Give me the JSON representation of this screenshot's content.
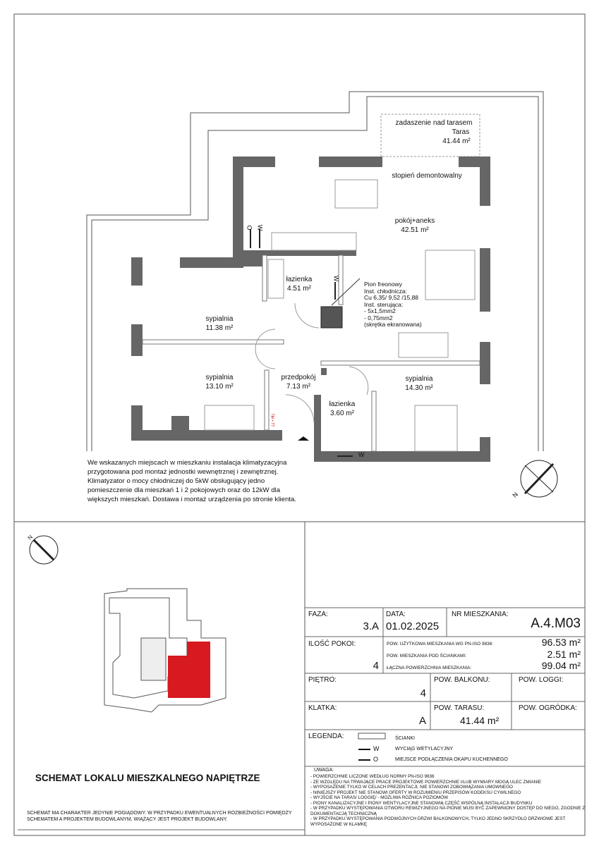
{
  "plan": {
    "terrace_roof": "zadaszenie nad tarasem",
    "terrace_name": "Taras",
    "terrace_area": "41.44 m²",
    "step": "stopień demontowalny",
    "rooms": [
      {
        "name": "pokój+aneks",
        "area": "42.51 m²"
      },
      {
        "name": "łazienka",
        "area": "4.51 m²"
      },
      {
        "name": "sypialnia",
        "area": "11.38 m²"
      },
      {
        "name": "sypialnia",
        "area": "13.10 m²"
      },
      {
        "name": "przedpokój",
        "area": "7.13 m²"
      },
      {
        "name": "łazienka",
        "area": "3.60 m²"
      },
      {
        "name": "sypialnia",
        "area": "14.30 m²"
      }
    ],
    "riser_note": [
      "Pion freonowy",
      "Inst. chłodnicza:",
      "Cu 6,35/ 9,52 /15,88",
      "Inst. sterująca:",
      "- 5x1,5mm2",
      "- 0,75mm2",
      "(skrętka ekranowana)"
    ],
    "marker_w": "W",
    "marker_o": "O",
    "tm_tt": "TM + TT",
    "compass_n": "N",
    "ac_note": "We wskazanych miejscach w mieszkaniu instalacja klimatyzacyjna przygotowana pod montaż jednostki wewnętrznej i zewnętrznej. Klimatyzator o mocy chłodniczej do 5kW obsługujący jedno pomieszczenie dla mieszkań 1 i 2 pokojowych oraz do 12kW dla większych mieszkań. Dostawa i montaż urządzenia po stronie klienta."
  },
  "title": "SCHEMAT LOKALU MIESZKALNEGO NAPIĘTRZE",
  "disclaimer": "SCHEMAT MA CHARAKTER JEDYNIE POGIĄDOWY. W PRZYPADKU EWENTUALNYCH ROZBIEŻNOŚCI POMIĘDZY SCHEMATEM A PROJEKTEM BUDOWLANYM, WIĄŻĄCY JEST PROJEKT BUDOWLANY.",
  "key_plan": {
    "highlight_color": "#d71920",
    "compass_n": "N"
  },
  "table": {
    "faza_label": "FAZA:",
    "faza": "3.A",
    "data_label": "DATA:",
    "data": "01.02.2025",
    "nr_label": "NR MIESZKANIA:",
    "nr": "A.4.M03",
    "pokoi_label": "ILOŚĆ POKOI:",
    "pokoi": "4",
    "pow_uzytkowa_label": "POW. UŻYTKOWA MIESZKANIA WG PN-ISO 9836:",
    "pow_uzytkowa": "96.53 m²",
    "pow_scianki_label": "POW. MIESZKANIA POD ŚCIANKAMI:",
    "pow_scianki": "2.51 m²",
    "pow_laczna_label": "ŁĄCZNA POWIERZCHNIA MIESZKANIA:",
    "pow_laczna": "99.04 m²",
    "pietro_label": "PIĘTRO:",
    "pietro": "4",
    "balkon_label": "POW. BALKONU:",
    "balkon": "",
    "loggia_label": "POW. LOGGI:",
    "loggia": "",
    "klatka_label": "KLATKA:",
    "klatka": "A",
    "taras_label": "POW. TARASU:",
    "taras": "41.44 m²",
    "ogrodek_label": "POW. OGRÓDKA:",
    "ogrodek": ""
  },
  "legend": {
    "title": "LEGENDA:",
    "items": [
      {
        "symbol": "",
        "label": "ŚCIANKI"
      },
      {
        "symbol": "W",
        "label": "WYCIĄG WETYLACYJNY"
      },
      {
        "symbol": "O",
        "label": "MIEJSCE PODŁĄCZENIA OKAPU KUCHENNEGO"
      }
    ]
  },
  "uwaga": {
    "title": "UWAGA:",
    "items": [
      "- POWIERZCHNIE LICZONE WEDŁUG NORMY PN-ISO 9836",
      "- ZE WZGLĘDU NA TRWAJĄCE PRACE PROJEKTOWE POWIERZCHNIE I/LUB WYMIARY MOGĄ ULEC ZMIANIE",
      "- WYPOSAŻENIE TYLKO W CELACH PREZENTACJI, NIE STANOWI ZOBOWIĄZANIA UMOWNEGO",
      "- NINIEJSZY PROJEKT NIE STANOWI OFERTY W ROZUMIENIU PRZEPISÓW KODEKSU CYWILNEGO",
      "- WYJŚCIE NA TARAS/ LOGGIĘ/ - MOŻLIWA RÓŻNICA POZIOMÓW",
      "- PIONY KANALIZACYJNE I PIONY WENTYLACYJNE STANOWIĄ CZĘŚĆ WSPÓLNĄ INSTALACJI BUDYNKU",
      "- W PRZYPADKU WYSTĘPOWANIA OTWORU REWIZYJNEGO NA PIONIE MUSI BYĆ ZAPEWNIONY DOSTĘP DO NIEGO, ZGODNIE Z DOKUMENTACJĄ TECHNICZNĄ",
      "- W PRZYPADKU WYSTĘPOWANIA PODWÓJNYCH DRZWI BALKONOWYCH, TYLKO JEDNO SKRZYDŁO DRZWIOWE JEST WYPOSAŻONE W KLAMKĘ"
    ]
  }
}
